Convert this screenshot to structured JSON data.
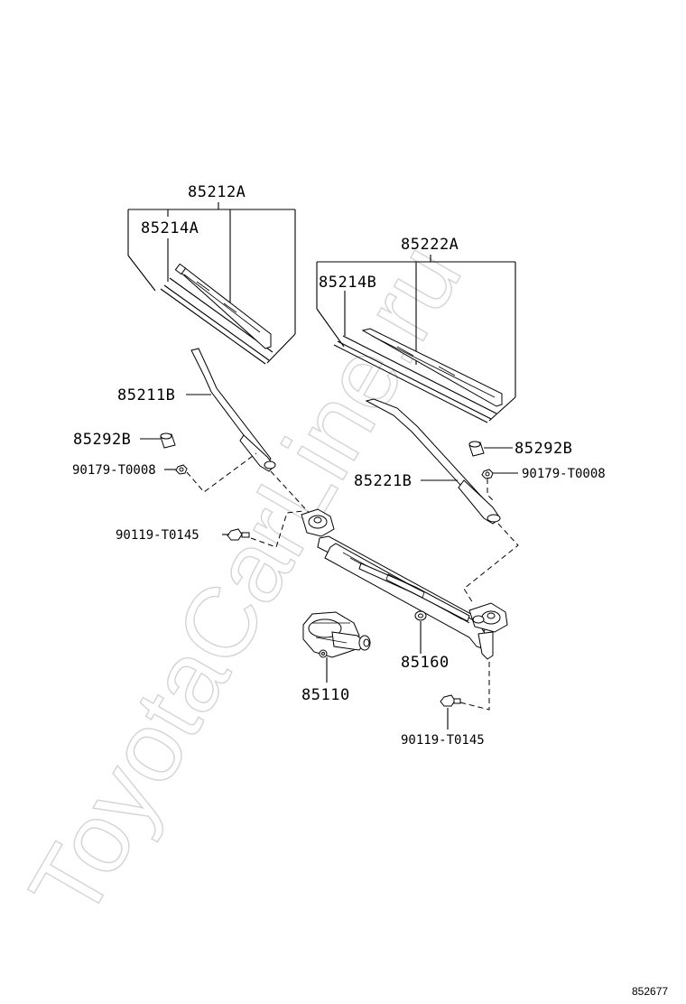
{
  "watermark": "ToyotaCarLine.ru",
  "diagram_id": "852677",
  "labels": {
    "p85212A": "85212A",
    "p85214A": "85214A",
    "p85222A": "85222A",
    "p85214B": "85214B",
    "p85211B": "85211B",
    "p85292B_left": "85292B",
    "p85292B_right": "85292B",
    "p90179_left": "90179-T0008",
    "p90179_right": "90179-T0008",
    "p85221B": "85221B",
    "p90119_left": "90119-T0145",
    "p90119_bottom": "90119-T0145",
    "p85160": "85160",
    "p85110": "85110"
  }
}
